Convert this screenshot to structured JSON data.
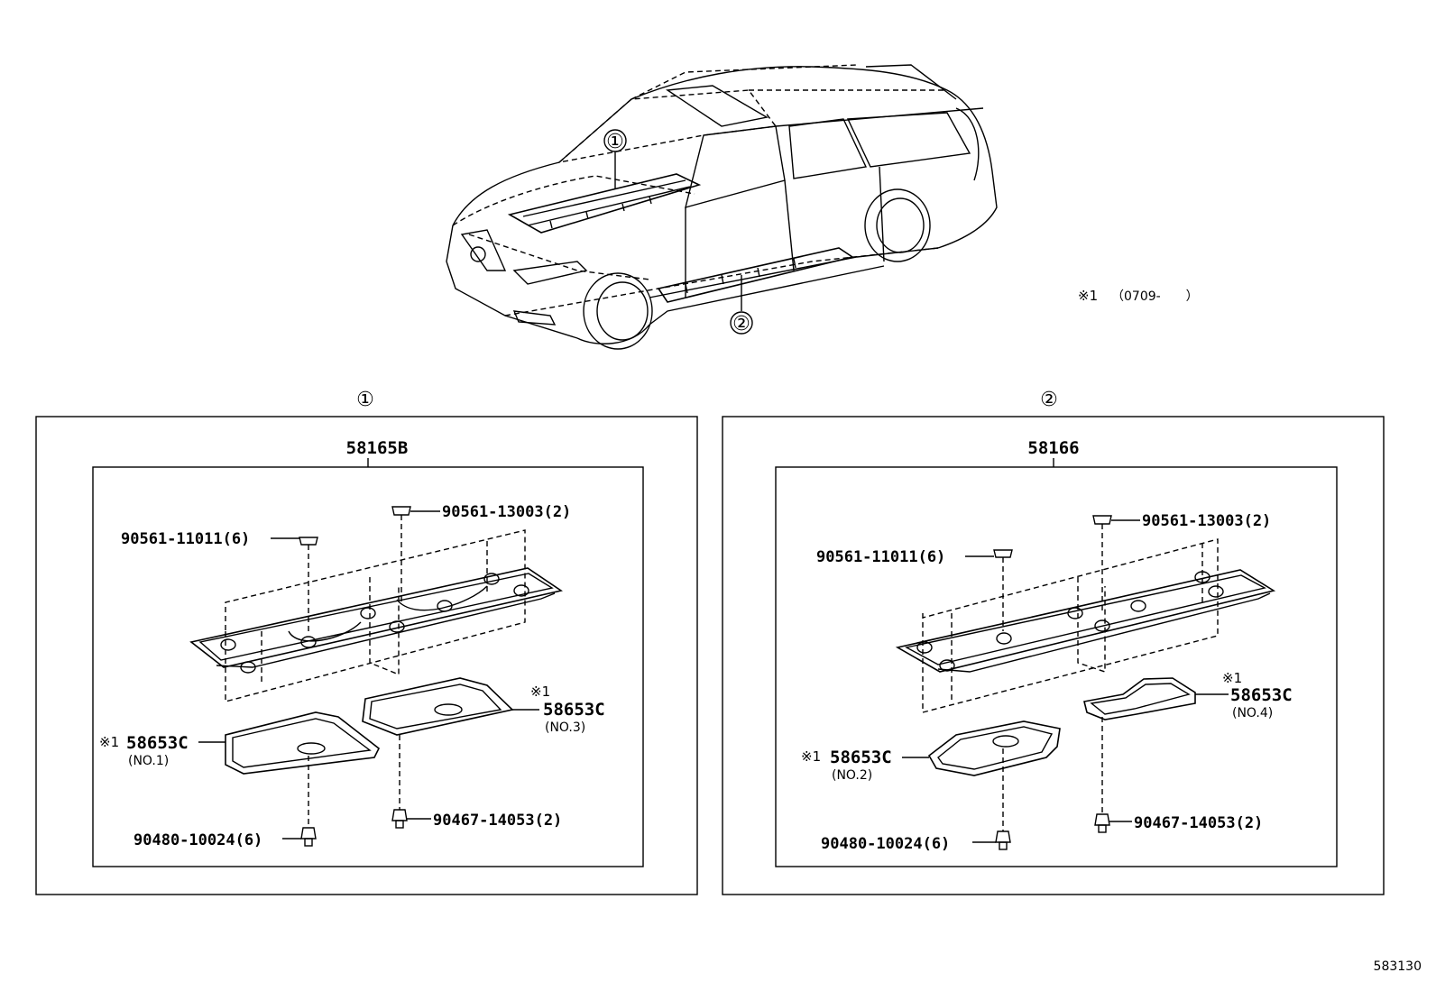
{
  "overview": {
    "callout_1": "①",
    "callout_2": "②",
    "note_mark": "※1",
    "note_text": "（0709-　　）"
  },
  "panel_1": {
    "header": "①",
    "assembly": "58165B",
    "clip_a": "90561-11011(6)",
    "clip_b": "90561-13003(2)",
    "bolt_a": "90480-10024(6)",
    "bolt_b": "90467-14053(2)",
    "cover_left_mark": "※1",
    "cover_left_part": "58653C",
    "cover_left_no": "(NO.1)",
    "cover_right_mark": "※1",
    "cover_right_part": "58653C",
    "cover_right_no": "(NO.3)"
  },
  "panel_2": {
    "header": "②",
    "assembly": "58166",
    "clip_a": "90561-11011(6)",
    "clip_b": "90561-13003(2)",
    "bolt_a": "90480-10024(6)",
    "bolt_b": "90467-14053(2)",
    "cover_left_mark": "※1",
    "cover_left_part": "58653C",
    "cover_left_no": "(NO.2)",
    "cover_right_mark": "※1",
    "cover_right_part": "58653C",
    "cover_right_no": "(NO.4)"
  },
  "figure_id": "583130"
}
